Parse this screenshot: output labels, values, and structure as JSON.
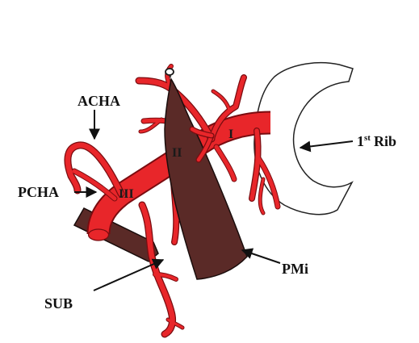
{
  "colors": {
    "artery": "#e8262a",
    "artery_outline": "#7a0c10",
    "muscle": "#5a2a27",
    "muscle_outline": "#1a0d0c",
    "bone_outline": "#222222",
    "arrow": "#111111",
    "text": "#111111"
  },
  "labels": {
    "acha": "ACHA",
    "pcha": "PCHA",
    "sub": "SUB",
    "pmi": "PMi",
    "rib_num": "1",
    "rib_sup": "st",
    "rib_word": "Rib"
  },
  "segments": {
    "first": "I",
    "second": "II",
    "third": "III"
  },
  "icons": [
    "pulley-ring-icon",
    "arrow-icon"
  ]
}
